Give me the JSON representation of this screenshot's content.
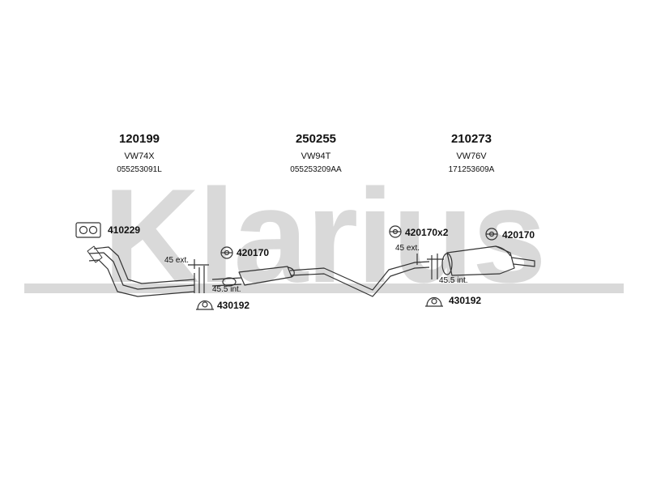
{
  "watermark": "Klarius",
  "groups": [
    {
      "part_number": "120199",
      "code": "VW74X",
      "oem": "055253091L"
    },
    {
      "part_number": "250255",
      "code": "VW94T",
      "oem": "055253209AA"
    },
    {
      "part_number": "210273",
      "code": "VW76V",
      "oem": "171253609A"
    }
  ],
  "fittings": {
    "gasket_front": "410229",
    "rubber_mid": "420170",
    "clamp_left": "430192",
    "rubber_x2": "420170x2",
    "rubber_rear": "420170",
    "clamp_right": "430192"
  },
  "dimensions": {
    "left_ext": "45 ext.",
    "left_int": "45.5 int.",
    "right_ext": "45 ext.",
    "right_int": "45.5 int."
  }
}
